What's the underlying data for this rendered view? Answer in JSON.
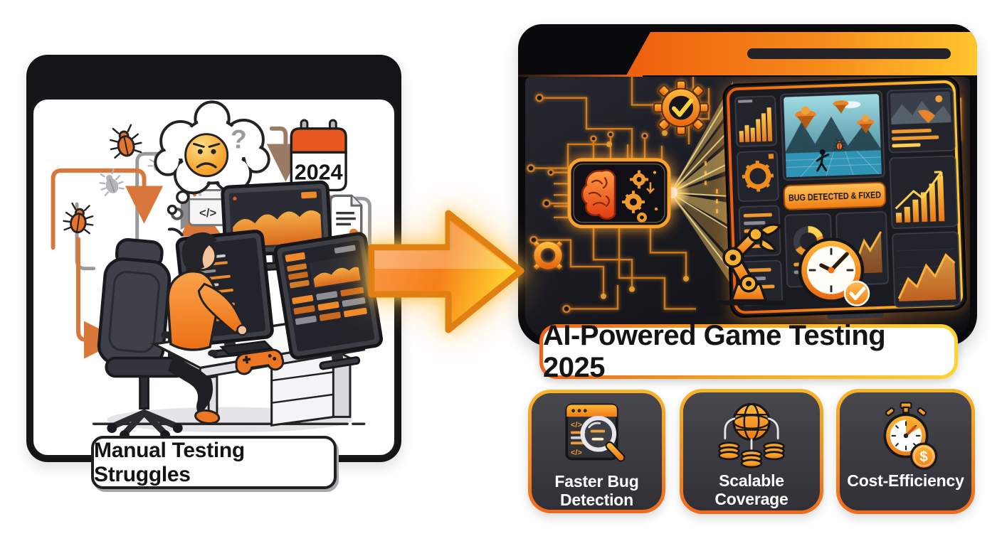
{
  "left_panel": {
    "label": "Manual Testing Struggles",
    "calendar_year": "2024",
    "question_mark": "?",
    "code_glyph": "</>"
  },
  "right_panel": {
    "title": "AI-Powered Game Testing 2025",
    "bug_badge": "BUG DETECTED & FIXED"
  },
  "benefit_cards": [
    {
      "label": "Faster Bug Detection",
      "icon": "bug-search-icon"
    },
    {
      "label": "Scalable Coverage",
      "icon": "globe-coins-icon"
    },
    {
      "label": "Cost-Efficiency",
      "icon": "stopwatch-dollar-icon"
    }
  ],
  "icon_glyphs": {
    "code": "</>",
    "dollar": "$"
  },
  "colors": {
    "accent_orange": "#F2751F",
    "deep_orange": "#E85D10",
    "accent_yellow": "#FFC82E",
    "panel_dark": "#141419",
    "card_gray": "#3D3D42",
    "white": "#FFFFFF"
  }
}
